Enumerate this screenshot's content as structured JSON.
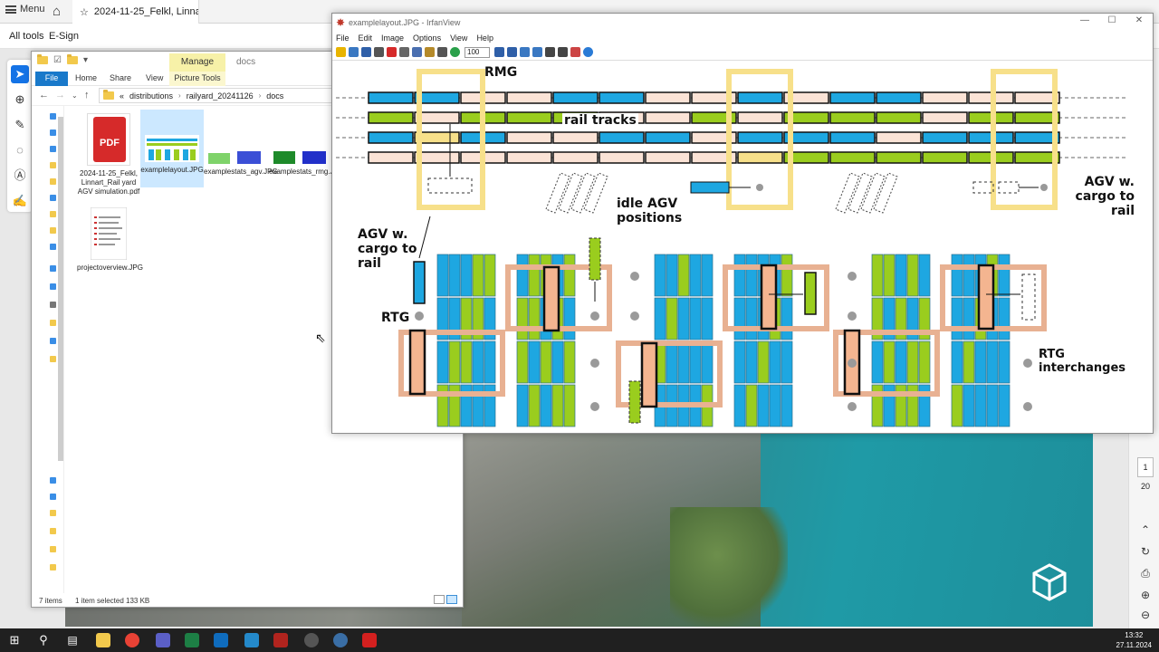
{
  "acrobat": {
    "menu_label": "Menu",
    "tab_title": "2024-11-25_Felkl, Linnar...",
    "all_tools": "All tools",
    "esign": "E-Sign",
    "page_current": "1",
    "page_total": "20"
  },
  "explorer": {
    "manage_label": "Manage",
    "title": "docs",
    "ribbon_tabs": [
      "File",
      "Home",
      "Share",
      "View",
      "Picture Tools"
    ],
    "breadcrumb": [
      "«",
      "distributions",
      "railyard_20241126",
      "docs"
    ],
    "files": [
      {
        "name": "2024-11-25_Felkl, Linnart_Rail yard AGV simulation.pdf",
        "type": "pdf-icon"
      },
      {
        "name": "examplelayout.JPG",
        "type": "image-thumb",
        "selected": true
      },
      {
        "name": "examplestats_agv.JPG",
        "type": "image-thumb"
      },
      {
        "name": "examplestats_rmg.JPG",
        "type": "image-thumb"
      },
      {
        "name": "projectoverview.JPG",
        "type": "image-thumb"
      }
    ],
    "status_count": "7 items",
    "status_selected": "1 item selected  133 KB"
  },
  "irfanview": {
    "title": "examplelayout.JPG - IrfanView",
    "menus": [
      "File",
      "Edit",
      "Image",
      "Options",
      "View",
      "Help"
    ],
    "zoom": "100",
    "labels": {
      "rmg": "RMG",
      "rail_tracks": "rail tracks",
      "idle_agv": "idle AGV\npositions",
      "agv_right": "AGV w.\ncargo to\nrail",
      "agv_left": "AGV w.\ncargo to\nrail",
      "rtg": "RTG",
      "rtg_interchanges": "RTG\ninterchanges"
    },
    "colors": {
      "blue": "#1ea7e1",
      "green": "#9acd1e",
      "peach": "#fbe3d6",
      "yellow": "#f7e08a",
      "salmon": "#e8b192",
      "rtg_body": "#f4b590"
    }
  },
  "taskbar": {
    "time": "13:32",
    "date": "27.11.2024"
  }
}
